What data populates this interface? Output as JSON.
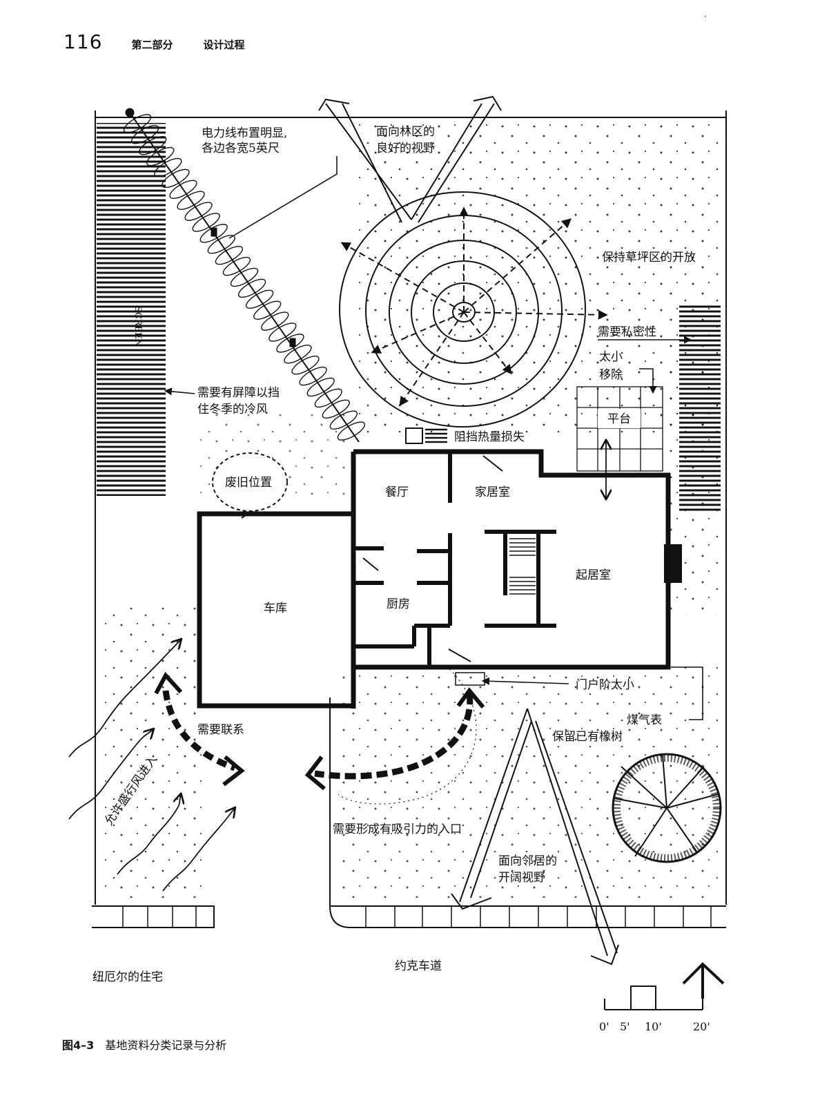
{
  "header": {
    "page_number": "116",
    "section": "第二部分",
    "subsection": "设计过程",
    "corner_mark": "ʼ"
  },
  "caption": {
    "figure_id": "图4–3",
    "text": "基地资料分类记录与分析"
  },
  "rooms": {
    "dining": "餐厅",
    "family": "家居室",
    "living": "起居室",
    "kitchen": "厨房",
    "garage": "车库",
    "patio": "平台"
  },
  "notes": {
    "powerline_1": "电力线布置明显,",
    "powerline_2": "各边各宽5英尺",
    "view_woods_1": "面向林区的",
    "view_woods_2": "良好的视野",
    "lawn_open": "保持草坪区的开放",
    "privacy": "需要私密性",
    "too_small_1": "太小",
    "too_small_2": "移除",
    "screen_1": "需要有屏障以挡",
    "screen_2": "住冬季的冷风",
    "heat_loss": "阻挡热量损失",
    "old_location": "废旧位置",
    "small_step": "门户阶太小",
    "gas_meter": "煤气表",
    "keep_oak": "保留已有橡树",
    "connect": "需要联系",
    "breeze": "允许盛行风进入",
    "entrance": "需要形成有吸引力的入口",
    "view_neighbor_1": "面向邻居的",
    "view_neighbor_2": "开阔视野",
    "neighbor_house": "纽厄尔的住宅",
    "road": "约克车道",
    "hedge_label": "SCREEN"
  },
  "scale": {
    "labels": [
      "0'",
      "5'",
      "10'",
      "20'"
    ]
  }
}
